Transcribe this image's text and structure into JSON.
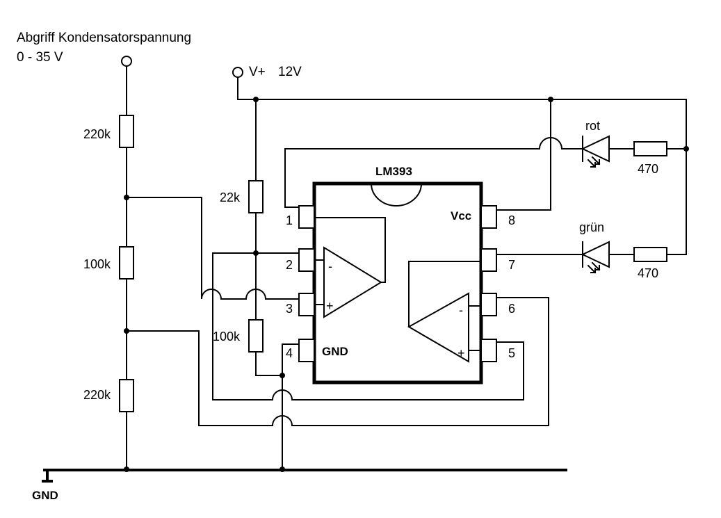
{
  "input": {
    "title": "Abgriff Kondensatorspannung",
    "range": "0 - 35 V"
  },
  "supply": {
    "symbol": "V+",
    "value": "12V"
  },
  "ground_label": "GND",
  "resistors": {
    "divider_top": "220k",
    "divider_mid": "100k",
    "divider_bottom": "220k",
    "ref_top": "22k",
    "ref_bottom": "100k",
    "led_red": "470",
    "led_green": "470"
  },
  "leds": {
    "red": "rot",
    "green": "grün"
  },
  "ic": {
    "name": "LM393",
    "vcc": "Vcc",
    "gnd": "GND",
    "pins": [
      "1",
      "2",
      "3",
      "4",
      "5",
      "6",
      "7",
      "8"
    ],
    "op1_minus": "-",
    "op1_plus": "+",
    "op2_minus": "-",
    "op2_plus": "+"
  }
}
